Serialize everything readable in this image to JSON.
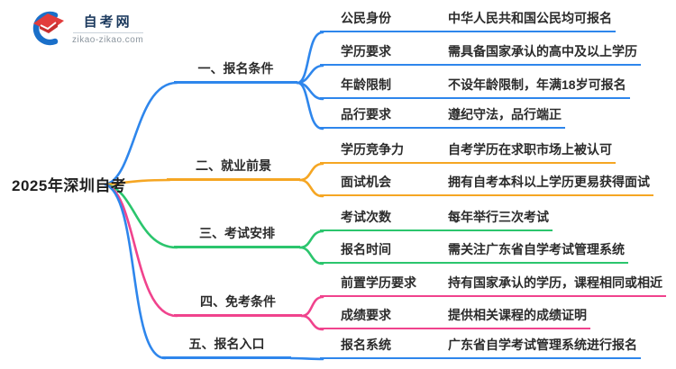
{
  "logo": {
    "title": "自考网",
    "domain": "zikao-zikao.com"
  },
  "root": {
    "label": "2025年深圳自考"
  },
  "branches": [
    {
      "label": "一、报名条件",
      "color": "#2E86EC",
      "children": [
        {
          "key": "公民身份",
          "value": "中华人民共和国公民均可报名"
        },
        {
          "key": "学历要求",
          "value": "需具备国家承认的高中及以上学历"
        },
        {
          "key": "年龄限制",
          "value": "不设年龄限制，年满18岁可报名"
        },
        {
          "key": "品行要求",
          "value": "遵纪守法，品行端正"
        }
      ]
    },
    {
      "label": "二、就业前景",
      "color": "#F5A623",
      "children": [
        {
          "key": "学历竞争力",
          "value": "自考学历在求职市场上被认可"
        },
        {
          "key": "面试机会",
          "value": "拥有自考本科以上学历更易获得面试"
        }
      ]
    },
    {
      "label": "三、考试安排",
      "color": "#2BC56D",
      "children": [
        {
          "key": "考试次数",
          "value": "每年举行三次考试"
        },
        {
          "key": "报名时间",
          "value": "需关注广东省自学考试管理系统"
        }
      ]
    },
    {
      "label": "四、免考条件",
      "color": "#F0438D",
      "children": [
        {
          "key": "前置学历要求",
          "value": "持有国家承认的学历，课程相同或相近"
        },
        {
          "key": "成绩要求",
          "value": "提供相关课程的成绩证明"
        }
      ]
    },
    {
      "label": "五、报名入口",
      "color": "#2E86EC",
      "children": [
        {
          "key": "报名系统",
          "value": "广东省自学考试管理系统进行报名"
        }
      ]
    }
  ]
}
